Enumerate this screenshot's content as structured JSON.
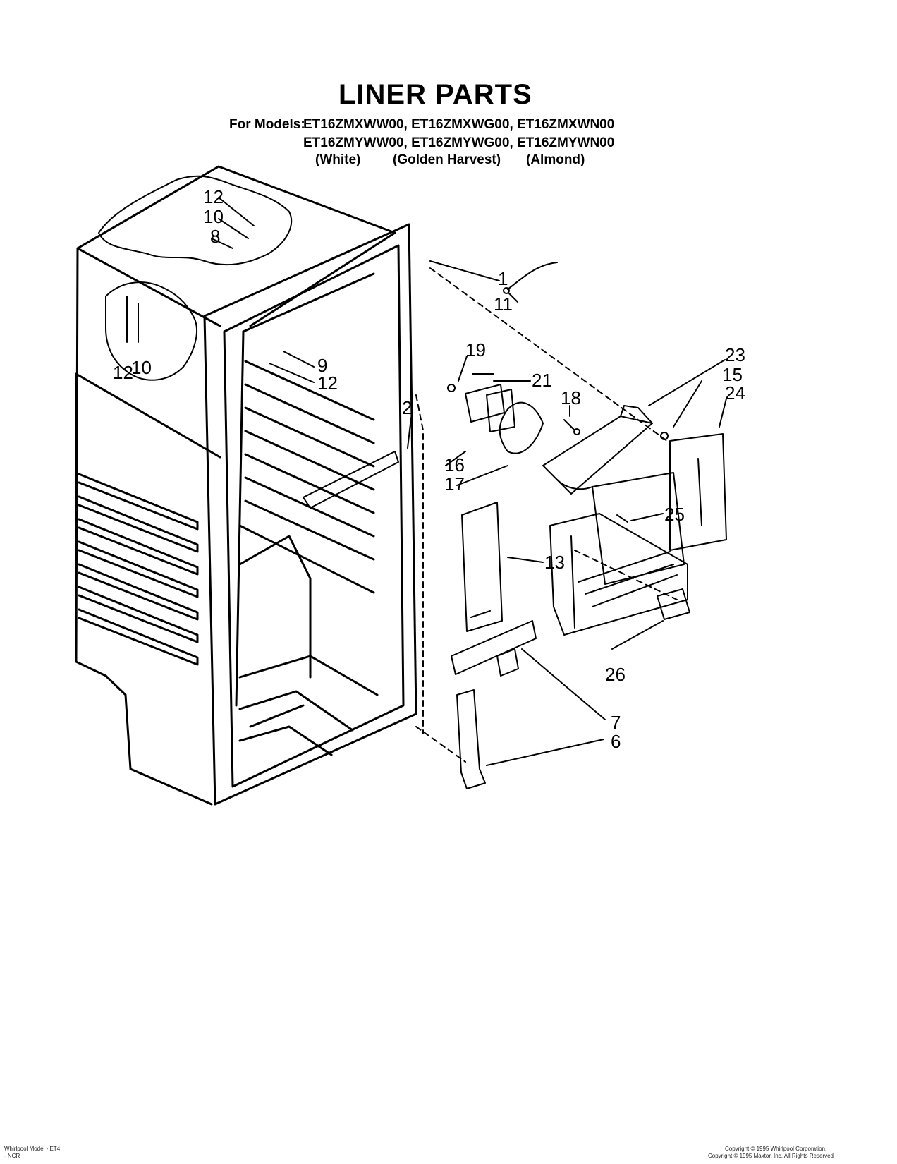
{
  "header": {
    "title": "LINER PARTS",
    "for_label": "For Models:",
    "models_row_1": "ET16ZMXWW00, ET16ZMXWG00, ET16ZMXWN00",
    "models_row_2": "ET16ZMYWW00, ET16ZMYWG00, ET16ZMYWN00",
    "colors": {
      "white": "(White)",
      "golden": "(Golden Harvest)",
      "almond": "(Almond)"
    }
  },
  "callouts": [
    "12",
    "10",
    "8",
    "12",
    "10",
    "1",
    "11",
    "9",
    "12",
    "19",
    "21",
    "18",
    "23",
    "15",
    "24",
    "2",
    "16",
    "17",
    "25",
    "13",
    "26",
    "7",
    "6"
  ],
  "footer": {
    "left_1": "Whirlpool Model - ET4",
    "left_2": "- NCR",
    "right_1": "Copyright © 1995 Whirlpool Corporation.",
    "right_2": "Copyright © 1995 Maxtor, Inc. All Rights Reserved"
  }
}
